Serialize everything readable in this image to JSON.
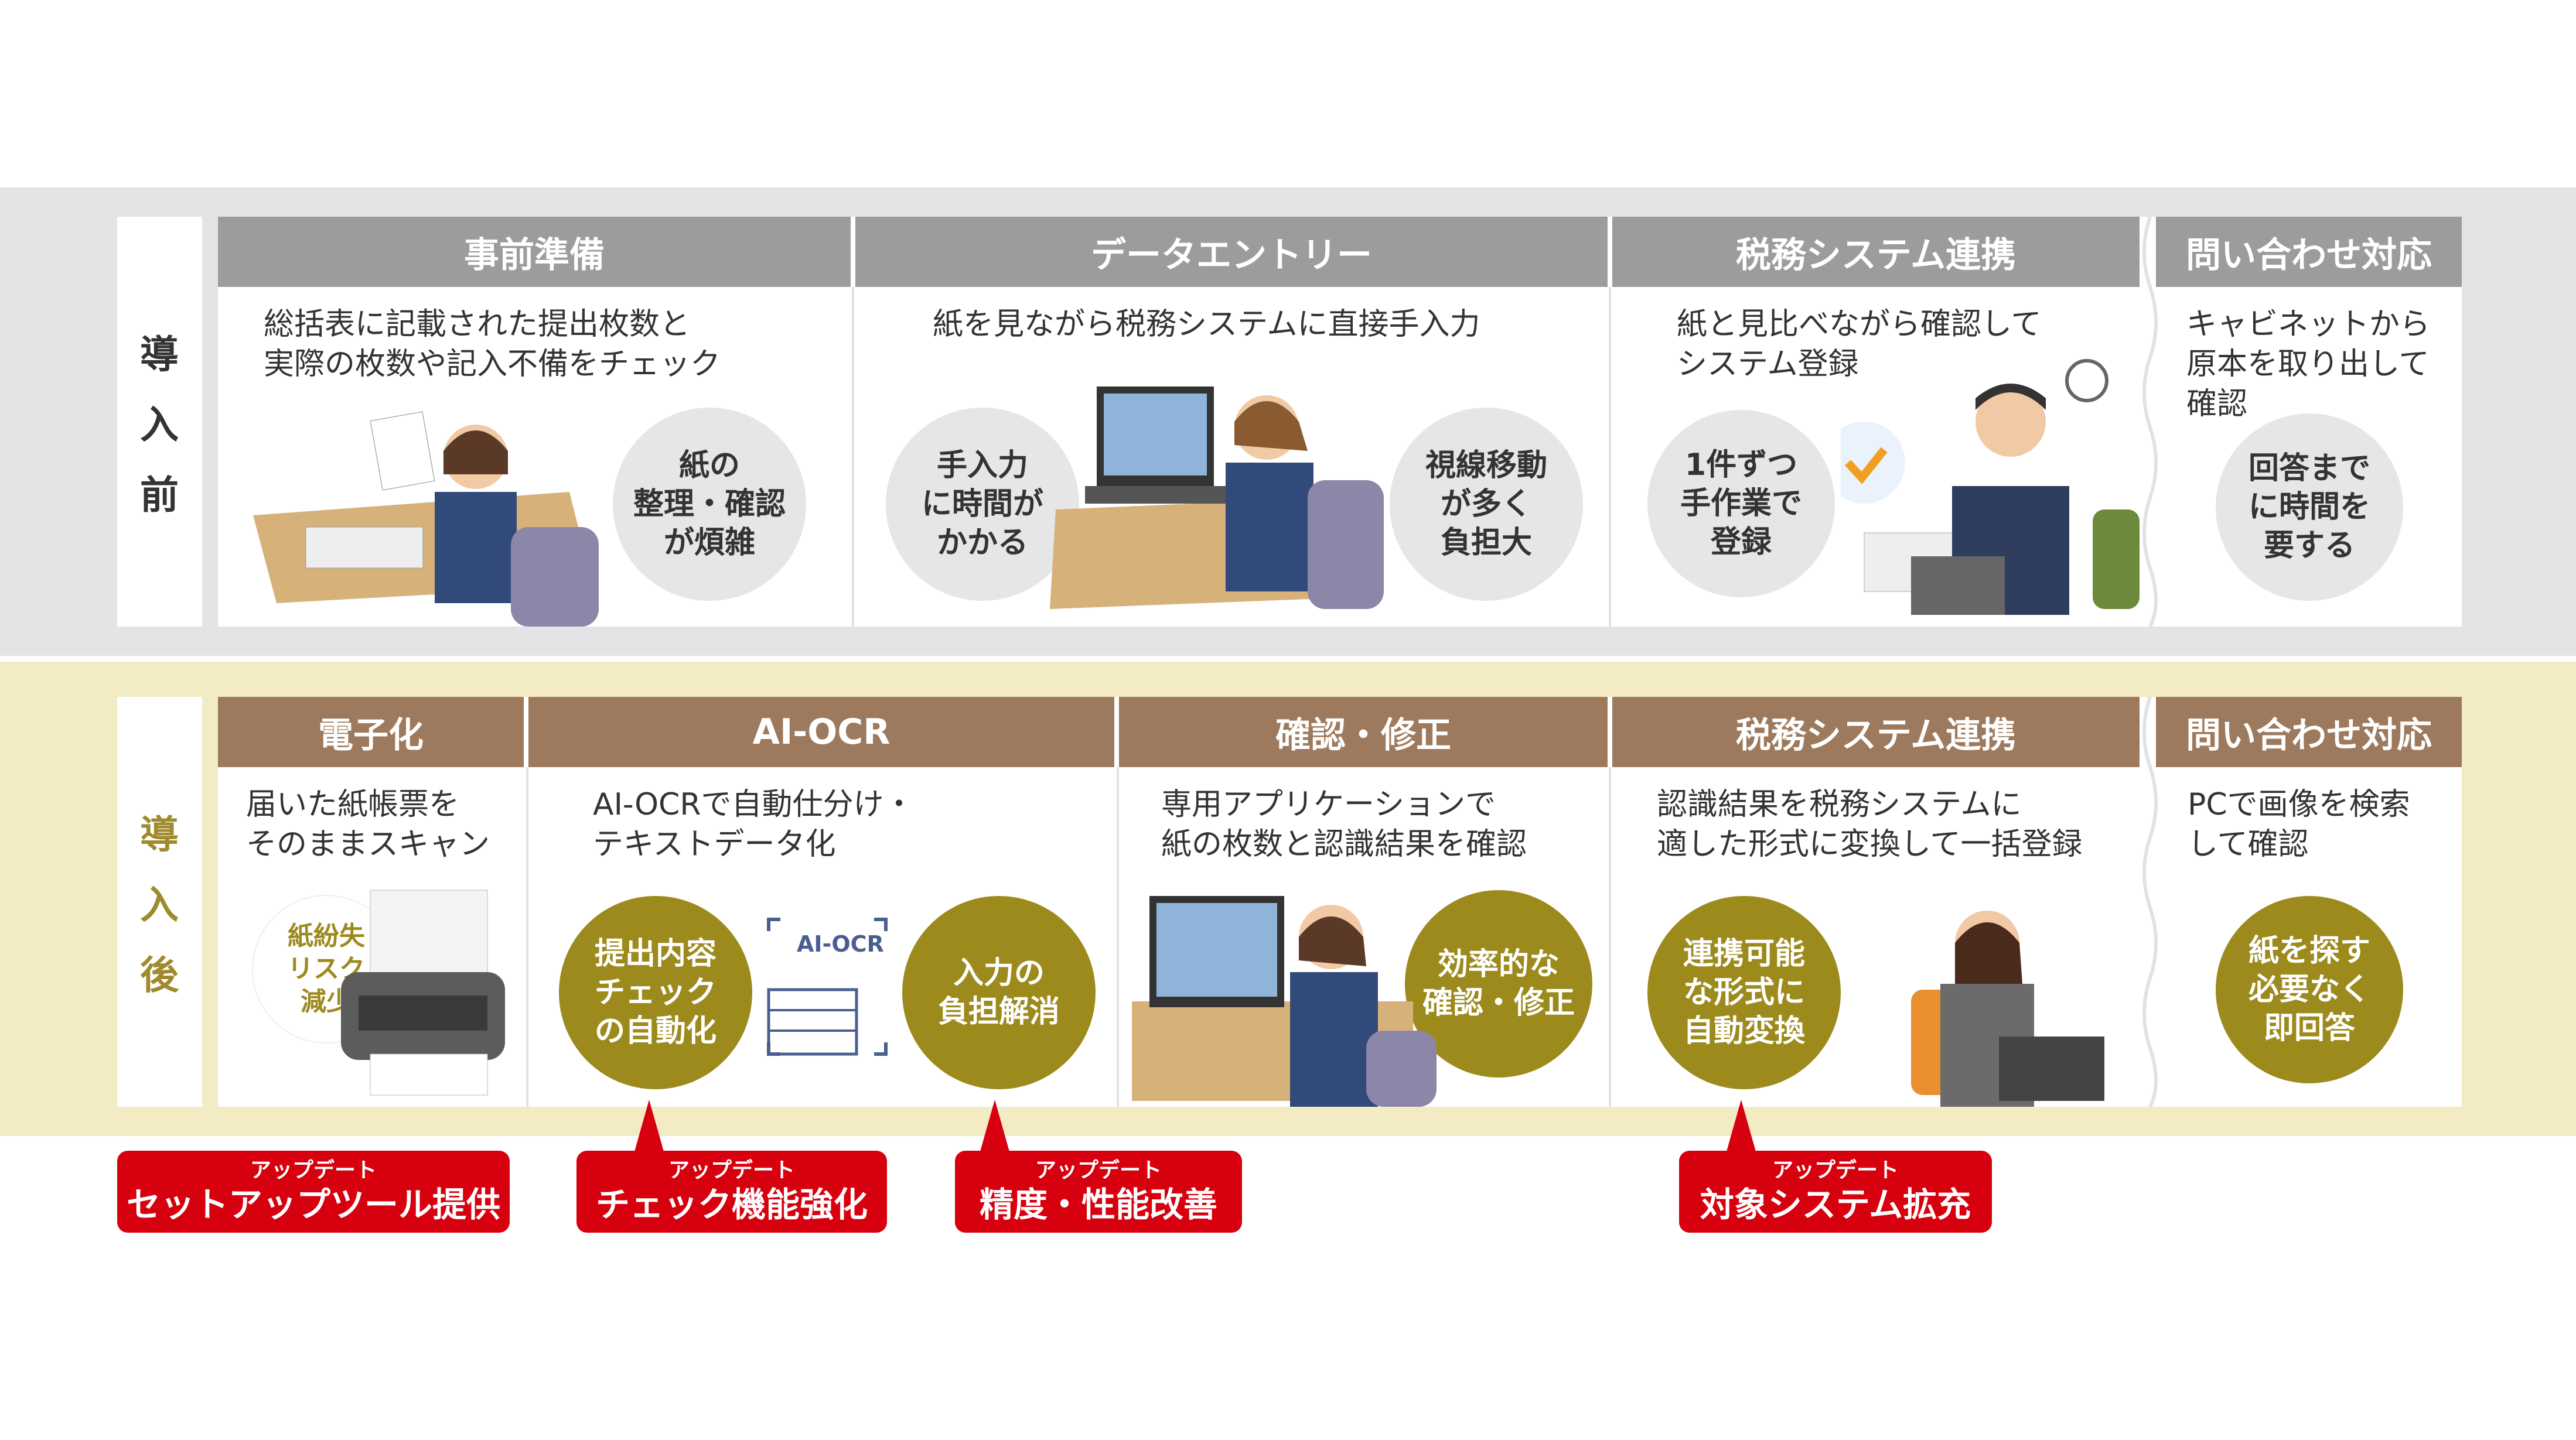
{
  "before": {
    "label": [
      "導",
      "入",
      "前"
    ],
    "stages": [
      {
        "title": "事前準備",
        "desc": "総括表に記載された提出枚数と\n実際の枚数や記入不備をチェック",
        "bubbles": [
          "紙の\n整理・確認\nが煩雑"
        ]
      },
      {
        "title": "データエントリー",
        "desc": "紙を見ながら税務システムに直接手入力",
        "bubbles": [
          "手入力\nに時間が\nかかる",
          "視線移動\nが多く\n負担大"
        ]
      },
      {
        "title": "税務システム連携",
        "desc": "紙と見比べながら確認して\nシステム登録",
        "bubbles": [
          "1件ずつ\n手作業で\n登録"
        ]
      },
      {
        "title": "問い合わせ対応",
        "desc": "キャビネットから\n原本を取り出して\n確認",
        "bubbles": [
          "回答まで\nに時間を\n要する"
        ]
      }
    ]
  },
  "after": {
    "label": [
      "導",
      "入",
      "後"
    ],
    "stages": [
      {
        "title": "電子化",
        "desc": "届いた紙帳票を\nそのままスキャン",
        "bubbles": [
          "紙紛失\nリスク\n減少"
        ]
      },
      {
        "title": "AI-OCR",
        "desc": "AI-OCRで自動仕分け・\nテキストデータ化",
        "bubbles": [
          "提出内容\nチェック\nの自動化",
          "入力の\n負担解消"
        ],
        "icon_text": "AI-OCR"
      },
      {
        "title": "確認・修正",
        "desc": "専用アプリケーションで\n紙の枚数と認識結果を確認",
        "bubbles": [
          "効率的な\n確認・修正"
        ]
      },
      {
        "title": "税務システム連携",
        "desc": "認識結果を税務システムに\n適した形式に変換して一括登録",
        "bubbles": [
          "連携可能\nな形式に\n自動変換"
        ]
      },
      {
        "title": "問い合わせ対応",
        "desc": "PCで画像を検索\nして確認",
        "bubbles": [
          "紙を探す\n必要なく\n即回答"
        ]
      }
    ]
  },
  "updates": [
    {
      "small": "アップデート",
      "big": "セットアップツール提供"
    },
    {
      "small": "アップデート",
      "big": "チェック機能強化"
    },
    {
      "small": "アップデート",
      "big": "精度・性能改善"
    },
    {
      "small": "アップデート",
      "big": "対象システム拡充"
    }
  ],
  "colors": {
    "before_header": "#9b9c9e",
    "after_header": "#9d7a5d",
    "gold": "#9c8a1d",
    "update_red": "#d7000f",
    "after_label": "#a08a2e"
  }
}
